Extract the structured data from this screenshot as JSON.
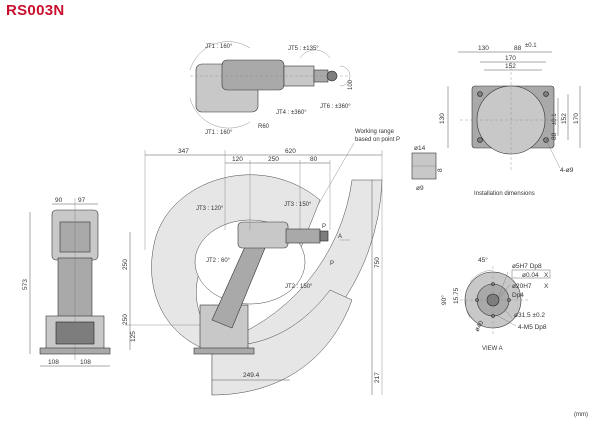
{
  "title": "RS003N",
  "units": "(mm)",
  "top_view": {
    "jt1_top": "JT1 : 160°",
    "jt1_bottom": "JT1 : 160°",
    "jt5": "JT5 : ±135°",
    "jt4": "JT4 : ±360°",
    "jt6": "JT6 : ±360°",
    "r60": "R60",
    "d100": "100"
  },
  "working_range_note": "Working range based on point P",
  "side_view": {
    "d347": "347",
    "d620": "620",
    "d120": "120",
    "d250a": "250",
    "d80": "80",
    "d250b": "250",
    "d250c": "250",
    "d125": "125",
    "d750": "750",
    "d217": "217",
    "d249": "249.4",
    "jt3_upper": "JT3 : 120°",
    "jt3_right": "JT3 : 150°",
    "jt2_left": "JT2 : 60°",
    "jt2_right": "JT2 : 150°",
    "p_label": "P",
    "p_label2": "P",
    "a_label": "A"
  },
  "front_view": {
    "d90": "90",
    "d97": "97",
    "d573": "573",
    "d108a": "108",
    "d108b": "108"
  },
  "installation": {
    "caption": "Installation dimensions",
    "d130": "130",
    "d88top": "88",
    "tol_top": "±0.1",
    "d170": "170",
    "d152": "152",
    "d130v": "130",
    "d152v": "152",
    "d170v": "170",
    "d88v": "88",
    "tol_v": "±0.1",
    "phi14": "ø14",
    "phi9": "ø9",
    "d8": "8",
    "holes": "4-ø9"
  },
  "view_a": {
    "caption": "VIEW A",
    "ang45": "45°",
    "ang90": "90°",
    "h1": "ø5H7 Dp8",
    "tol1": "ø0.04",
    "h2": "ø20H7",
    "dp4": "Dp4",
    "d1575": "15.75",
    "d40": "ø40",
    "pcd": "ø31.5 ±0.2",
    "m5": "4-M5 Dp8",
    "x": "X"
  }
}
